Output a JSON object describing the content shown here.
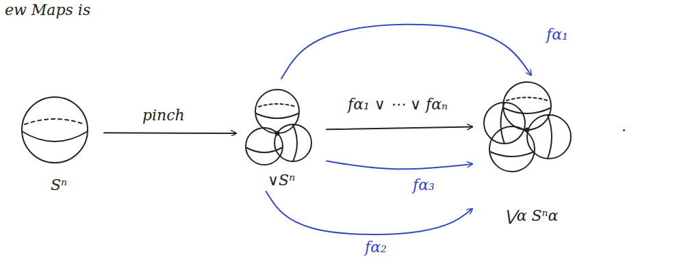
{
  "diagram": {
    "nodes": [
      {
        "text": [
          "Sⁿ"
        ]
      },
      {
        "text": [
          "∨Sⁿ"
        ]
      },
      {
        "text": [
          "⋁α Sⁿα"
        ]
      }
    ],
    "edges": [
      {
        "from": 0,
        "to": 1,
        "arrow": "to",
        "label": "pinch"
      },
      {
        "from": 1,
        "to": 2,
        "arrow": "to",
        "label": "fα₁ ∨ ⋯ ∨ fαₙ"
      },
      {
        "from": 1,
        "to": 2,
        "arrow": "to",
        "label": "fα₁"
      },
      {
        "from": 1,
        "to": 2,
        "arrow": "to",
        "label": "fα₂"
      },
      {
        "from": 1,
        "to": 2,
        "arrow": "to",
        "label": "fα₃"
      }
    ],
    "labels": [
      "ew Maps is",
      "."
    ]
  }
}
